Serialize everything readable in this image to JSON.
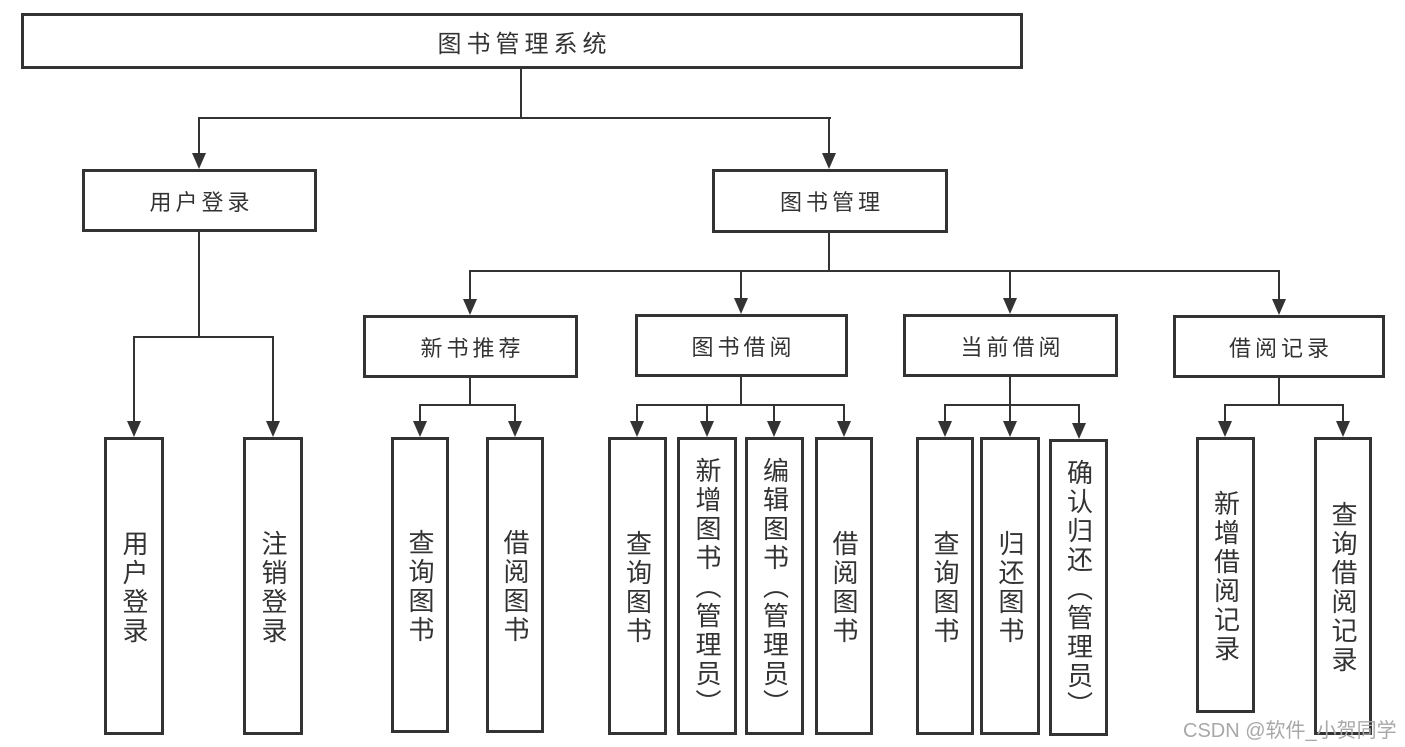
{
  "diagram_type": "hierarchy-tree",
  "tree": {
    "label": "图书管理系统",
    "children": [
      {
        "label": "用户登录",
        "children": [
          {
            "label": "用户登录"
          },
          {
            "label": "注销登录"
          }
        ]
      },
      {
        "label": "图书管理",
        "children": [
          {
            "label": "新书推荐",
            "children": [
              {
                "label": "查询图书"
              },
              {
                "label": "借阅图书"
              }
            ]
          },
          {
            "label": "图书借阅",
            "children": [
              {
                "label": "查询图书"
              },
              {
                "label": "新增图书（管理员）"
              },
              {
                "label": "编辑图书（管理员）"
              },
              {
                "label": "借阅图书"
              }
            ]
          },
          {
            "label": "当前借阅",
            "children": [
              {
                "label": "查询图书"
              },
              {
                "label": "归还图书"
              },
              {
                "label": "确认归还（管理员）"
              }
            ]
          },
          {
            "label": "借阅记录",
            "children": [
              {
                "label": "新增借阅记录"
              },
              {
                "label": "查询借阅记录"
              }
            ]
          }
        ]
      }
    ]
  },
  "watermark": {
    "text": "CSDN @软件_小贺同学"
  },
  "colors": {
    "line": "#333333",
    "box_border": "#333333",
    "box_background": "#ffffff",
    "text": "#333333",
    "watermark": "#a8a8a8",
    "page_background": "#ffffff"
  }
}
